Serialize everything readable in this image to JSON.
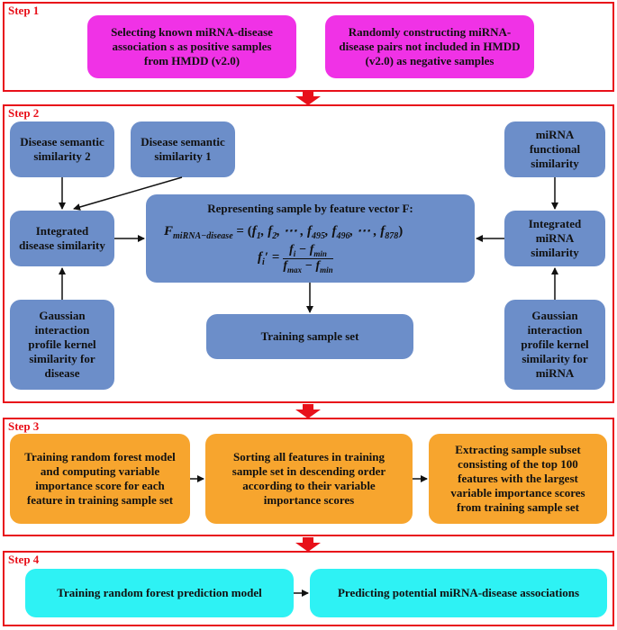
{
  "steps": [
    {
      "label": "Step 1"
    },
    {
      "label": "Step 2"
    },
    {
      "label": "Step 3"
    },
    {
      "label": "Step 4"
    }
  ],
  "step1": {
    "positive": "Selecting known miRNA-disease\nassociation s as positive samples\nfrom HMDD (v2.0)",
    "negative": "Randomly constructing miRNA-\ndisease pairs not included in HMDD\n(v2.0) as negative samples"
  },
  "step2": {
    "dss2": "Disease semantic\nsimilarity 2",
    "dss1": "Disease semantic\nsimilarity 1",
    "ids": "Integrated\ndisease similarity",
    "gipd": "Gaussian\ninteraction\nprofile kernel\nsimilarity for\ndisease",
    "mfs": "miRNA\nfunctional\nsimilarity",
    "ims": "Integrated\nmiRNA\nsimilarity",
    "gipm": "Gaussian\ninteraction\nprofile kernel\nsimilarity for\nmiRNA",
    "feature_title": "Representing sample by feature vector F:",
    "train_set": "Training sample set"
  },
  "step3": {
    "rf": "Training random forest model\nand computing variable\nimportance score for each\nfeature in training sample set",
    "sort": "Sorting all features in training\nsample set in descending order\naccording to their variable\nimportance scores",
    "extract": "Extracting sample subset\nconsisting of the top 100\nfeatures with the largest\nvariable importance scores\nfrom training sample set"
  },
  "step4": {
    "train": "Training random forest prediction model",
    "predict": "Predicting potential miRNA-disease associations"
  },
  "colors": {
    "frame": "#e8101a",
    "pink": "#f032e6",
    "blue": "#6c8ec9",
    "orange": "#f7a52e",
    "cyan": "#2ef2f4"
  }
}
